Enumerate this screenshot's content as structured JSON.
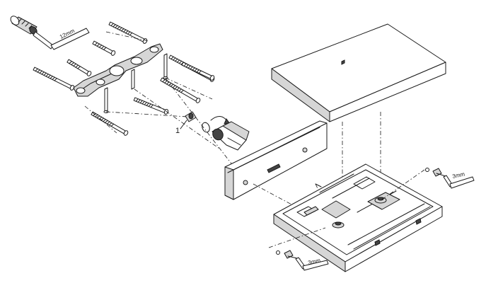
{
  "labels": {
    "key_size_top": "12mm",
    "key_size_right": "3mm",
    "key_size_bottom": "3mm",
    "part_number": "1"
  },
  "colors": {
    "line": "#1a1a1a",
    "fill": "#ffffff",
    "shade": "#d6d6d6",
    "dark": "#444444"
  }
}
